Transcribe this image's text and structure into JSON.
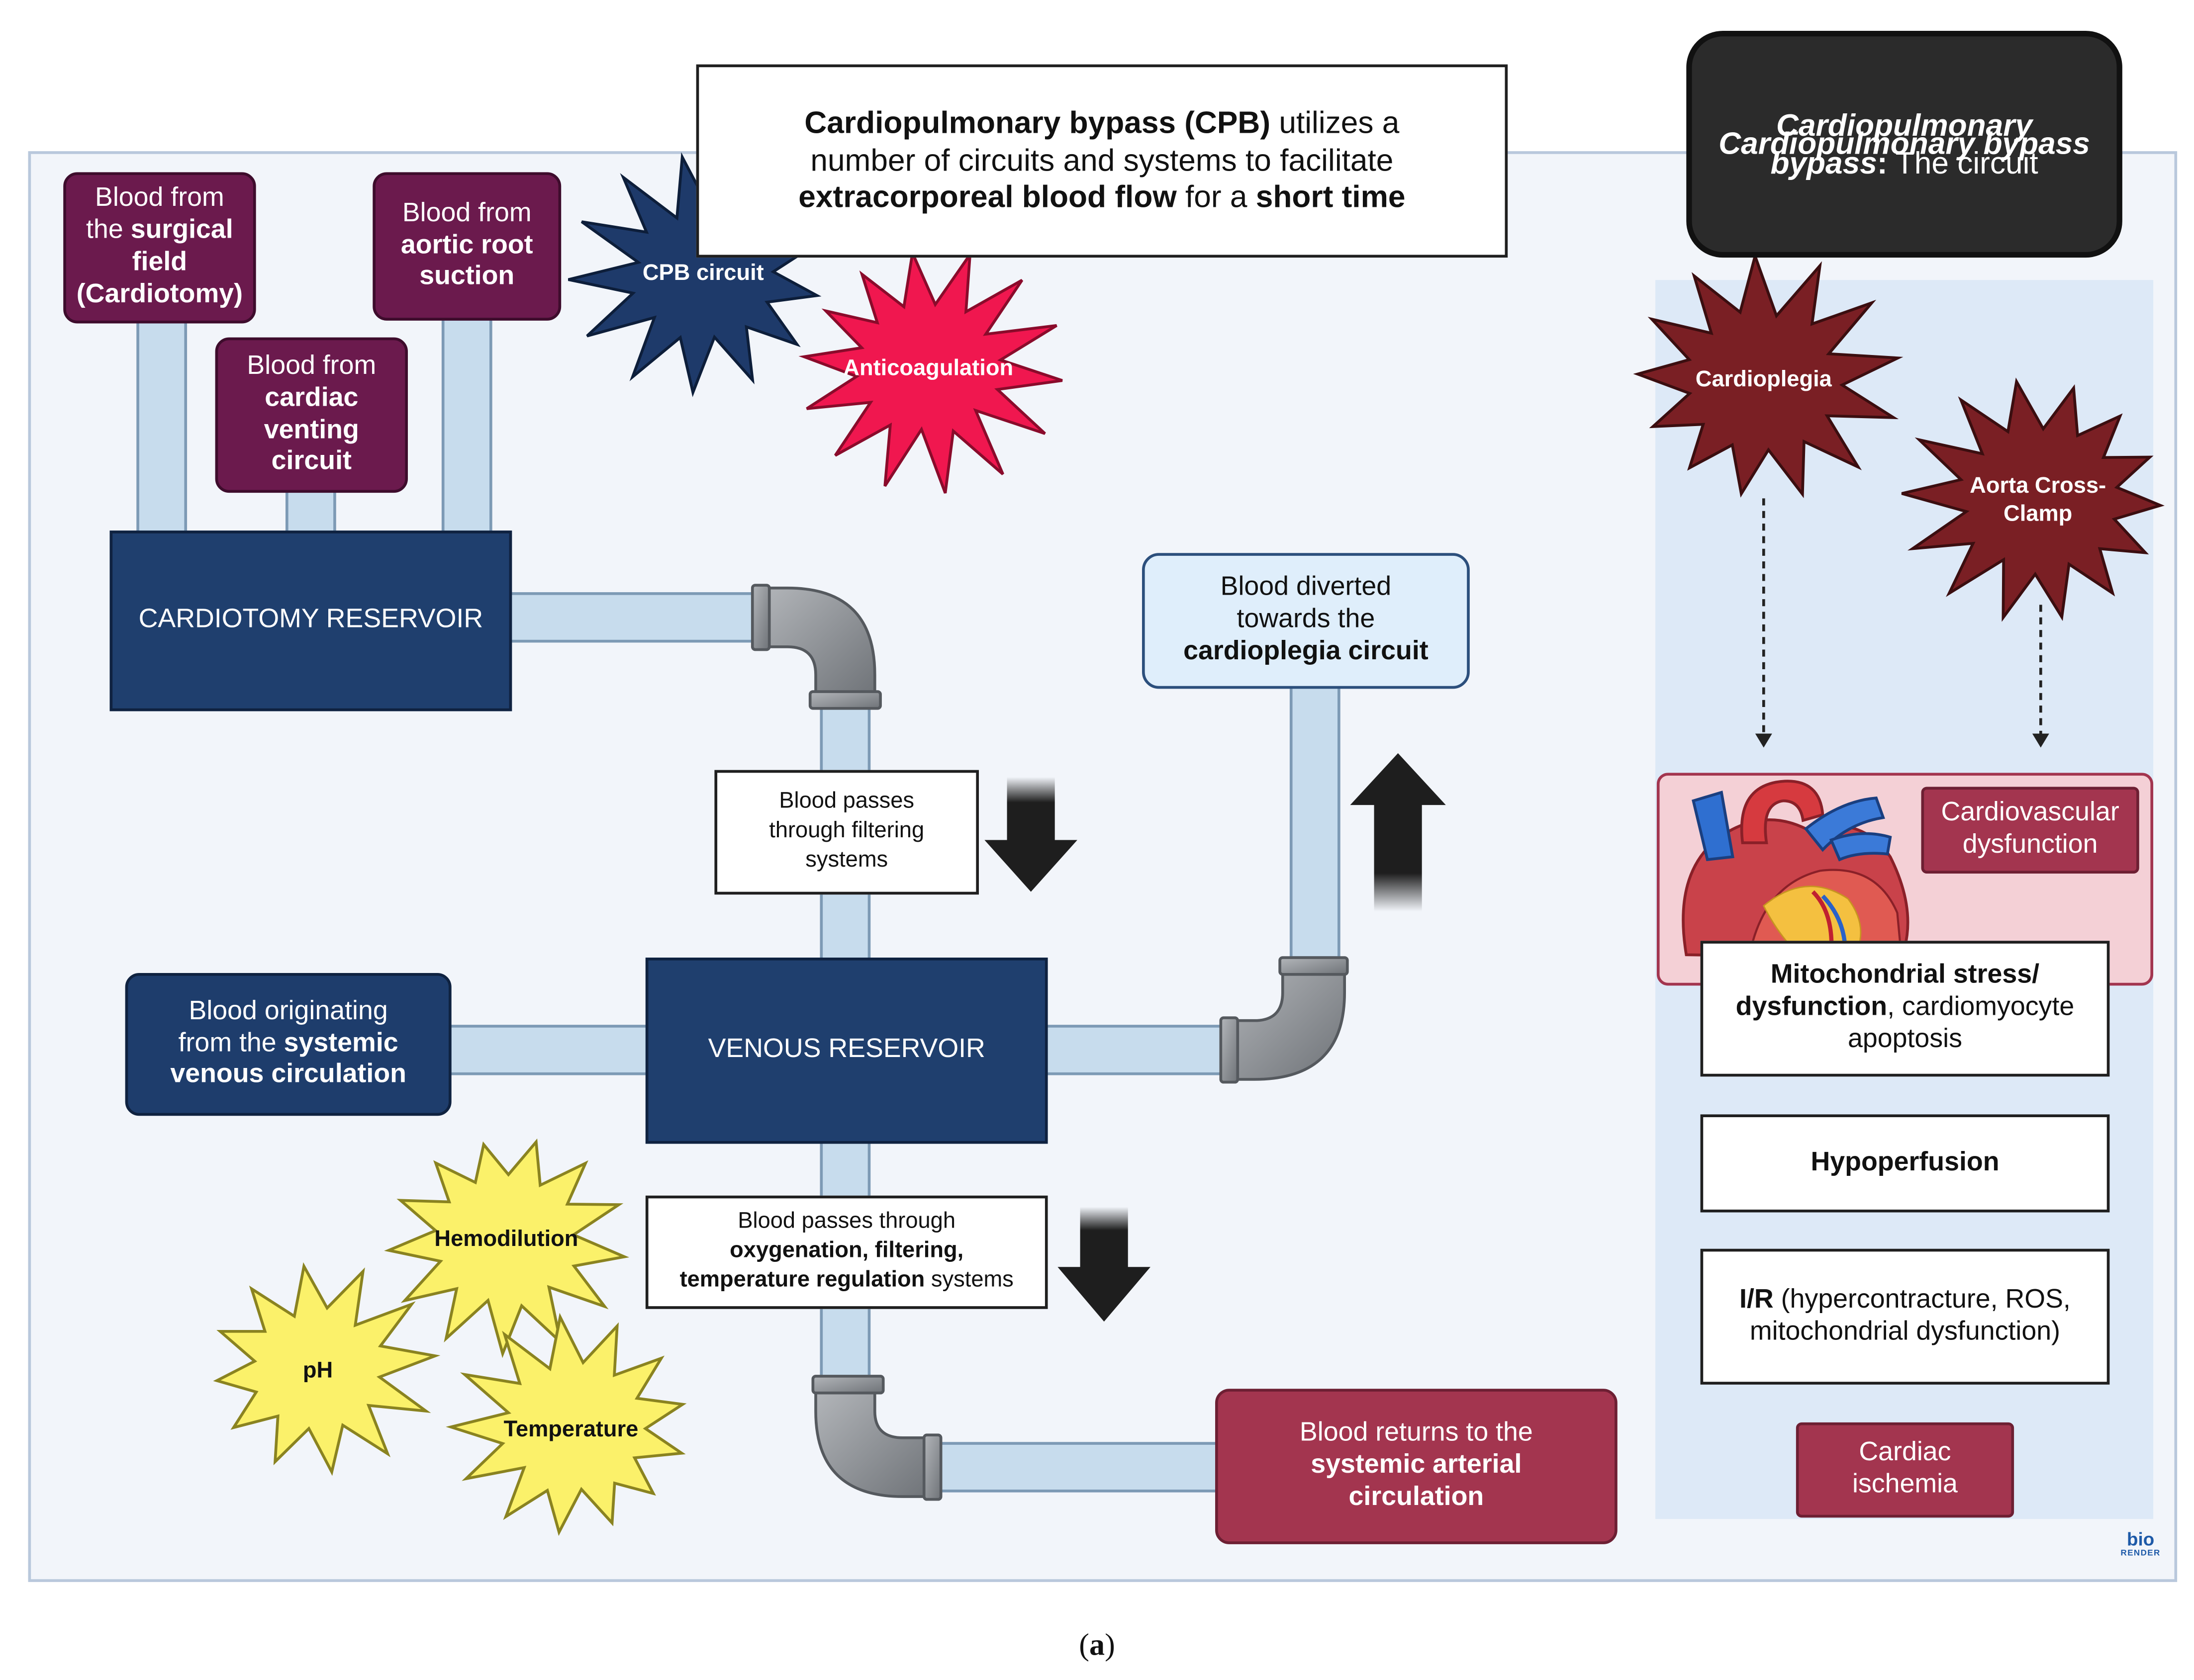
{
  "title_box": {
    "bold1": "Cardiopulmonary bypass (CPB)",
    "text1": " utilizes a",
    "line2": "number of circuits and systems to facilitate",
    "bold3": "extracorporeal blood flow",
    "text3": " for a ",
    "bold3b": "short time"
  },
  "circuit_box": {
    "italic": "Cardiopulmonary bypass",
    "colon": ":",
    "text": " The circuit"
  },
  "sources": {
    "surgical_field": {
      "l1": "Blood from",
      "l2pre": "the ",
      "l2bold": "surgical",
      "l3": "field",
      "l4": "(Cardiotomy)"
    },
    "aortic_root": {
      "l1": "Blood from",
      "l2": "aortic root",
      "l3": "suction"
    },
    "cardiac_venting": {
      "l1": "Blood from",
      "l2": "cardiac",
      "l3": "venting",
      "l4": "circuit"
    }
  },
  "reservoirs": {
    "cardiotomy": "CARDIOTOMY RESERVOIR",
    "venous": "VENOUS RESERVOIR"
  },
  "systemic_venous": {
    "l1": "Blood originating",
    "l2pre": "from the ",
    "l2bold": "systemic",
    "l3": "venous circulation"
  },
  "filter_note": {
    "l1": "Blood passes",
    "l2": "through filtering",
    "l3": "systems"
  },
  "oxygenation_note": {
    "l1": "Blood passes through",
    "l2": "oxygenation, filtering,",
    "l3bold": "temperature regulation",
    "l3": " systems"
  },
  "diverted": {
    "l1": "Blood diverted",
    "l2": "towards the",
    "l3": "cardioplegia circuit"
  },
  "returns": {
    "l1": "Blood returns to the",
    "l2": "systemic arterial",
    "l3": "circulation"
  },
  "stars": {
    "cpb_circuit": "CPB circuit",
    "anticoagulation": "Anticoagulation",
    "cardioplegia": "Cardioplegia",
    "aorta_l1": "Aorta Cross-",
    "aorta_l2": "Clamp",
    "hemodilution": "Hemodilution",
    "ph": "pH",
    "temperature": "Temperature"
  },
  "outcomes": {
    "cv_dysfunction_l1": "Cardiovascular",
    "cv_dysfunction_l2": "dysfunction",
    "mito_bold1": "Mitochondrial stress/",
    "mito_bold2": "dysfunction",
    "mito_text2": ", cardiomyocyte",
    "mito_l3": "apoptosis",
    "hypoperfusion": "Hypoperfusion",
    "ir_bold": "I/R",
    "ir_text1": " (hypercontracture, ROS,",
    "ir_l2": "mitochondrial dysfunction)",
    "ischemia_l1": "Cardiac",
    "ischemia_l2": "ischemia"
  },
  "caption": {
    "open": "(",
    "letter": "a",
    "close": ")"
  },
  "logo": {
    "l1": "bio",
    "l2": "RENDER"
  },
  "colors": {
    "navy": "#1f3f6e",
    "purple": "#6b1a4d",
    "crimson": "#a3354f",
    "star_navy": "#1e3a6a",
    "star_pink": "#f0174f",
    "star_maroon": "#7a1f24",
    "star_yellow": "#fbf16a",
    "pipe": "#c5dcec",
    "elbow": "#8f9398"
  }
}
